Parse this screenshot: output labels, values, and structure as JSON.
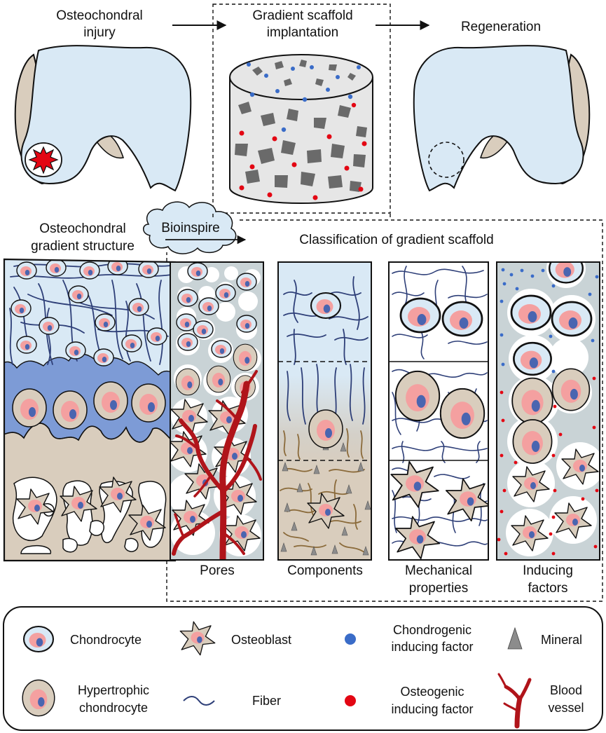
{
  "stages": {
    "injury_line1": "Osteochondral",
    "injury_line2": "injury",
    "implant_line1": "Gradient scaffold",
    "implant_line2": "implantation",
    "regeneration": "Regeneration"
  },
  "native": {
    "title_line1": "Osteochondral",
    "title_line2": "gradient structure"
  },
  "bioinspire": "Bioinspire",
  "classification_title": "Classification of gradient scaffold",
  "panels": [
    {
      "line1": "Pores",
      "line2": ""
    },
    {
      "line1": "Components",
      "line2": ""
    },
    {
      "line1": "Mechanical",
      "line2": "properties"
    },
    {
      "line1": "Inducing",
      "line2": "factors"
    }
  ],
  "legend": {
    "chondrocyte": "Chondrocyte",
    "osteoblast": "Osteoblast",
    "chondro_factor_line1": "Chondrogenic",
    "chondro_factor_line2": "inducing factor",
    "mineral": "Mineral",
    "hyper_line1": "Hypertrophic",
    "hyper_line2": "chondrocyte",
    "fiber": "Fiber",
    "osteo_factor_line1": "Osteogenic",
    "osteo_factor_line2": "inducing factor",
    "vessel_line1": "Blood",
    "vessel_line2": "vessel"
  },
  "colors": {
    "cartilage_light": "#d9e9f5",
    "cartilage_blue": "#7d9bd6",
    "bone_beige": "#d9cdbd",
    "cell_pink": "#f4a0a0",
    "nucleus_blue": "#4a65b0",
    "fiber_navy": "#2e3f78",
    "fiber_brown": "#8a6a3a",
    "vessel_red": "#b0141a",
    "chondro_factor_blue": "#3a6cc8",
    "osteo_factor_red": "#e30613",
    "mineral_gray": "#8c8c8c",
    "panel_gray": "#c9d3d6"
  },
  "icons": [
    "femur-condyle-icon",
    "defect-burst-icon",
    "cylinder-scaffold-icon",
    "cloud-icon",
    "arrow-icon"
  ]
}
